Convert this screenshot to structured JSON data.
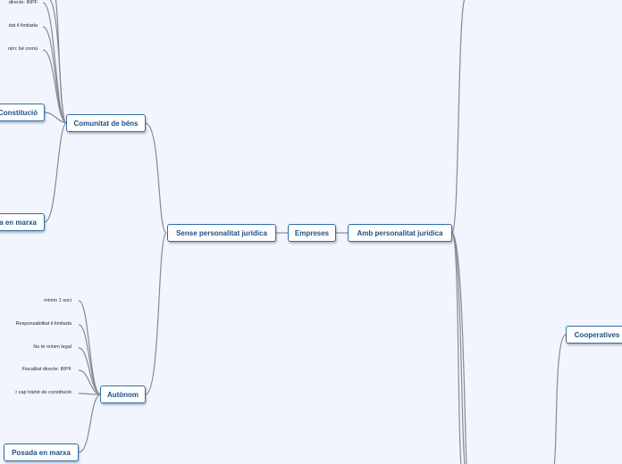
{
  "central": {
    "label": "Empreses"
  },
  "branches": {
    "sense": {
      "label": "Sense personalitat jurídica"
    },
    "amb": {
      "label": "Amb personalitat jurídica"
    },
    "comunitat": {
      "label": "Comunitat de béns"
    },
    "autonom": {
      "label": "Autònom"
    },
    "constitucio": {
      "label": "Constitució"
    },
    "posada_comunitat": {
      "label": "a en marxa"
    },
    "posada_autonom": {
      "label": "Posada en marxa"
    },
    "cooperatives": {
      "label": "Cooperatives"
    }
  },
  "comunitat_leaves": [
    "directe: IRPF",
    "itat il·limitada",
    "nim: bé comú"
  ],
  "autonom_leaves": [
    "mínim 1 soci",
    "Responsabilitat il·limitada",
    "No té mínim legal",
    "Fiscalitat directe: IRPF",
    "r cap tràmit de constitució"
  ]
}
